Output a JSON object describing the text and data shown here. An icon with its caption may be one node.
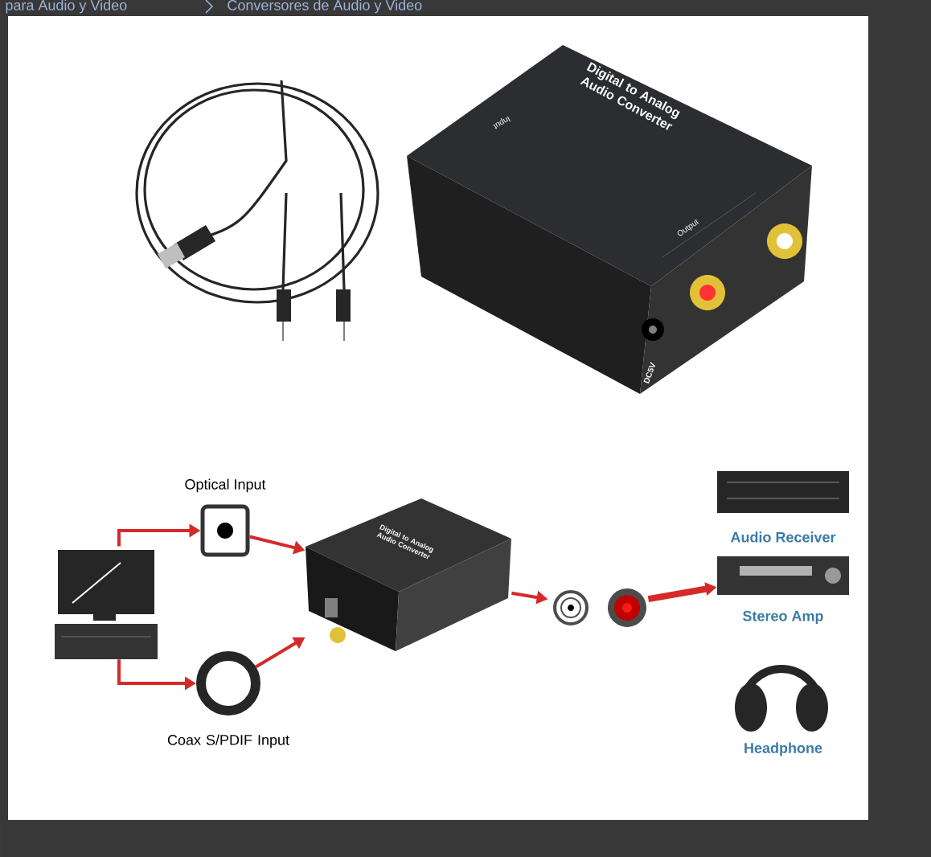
{
  "diagram": {
    "nodes": [
      {
        "text": [
          "Optical Input"
        ]
      },
      {
        "text": [
          "Coax S/PDIF Input"
        ]
      },
      {
        "text": [],
        "shape": "picture"
      },
      {
        "text": [
          "Digital to Analog Audio Converter"
        ]
      },
      {
        "text": [],
        "shape": "picture"
      },
      {
        "text": [
          "Audio Receiver"
        ]
      },
      {
        "text": [
          "Stereo Amp"
        ]
      },
      {
        "text": [
          "Headphone"
        ]
      }
    ],
    "edges": [
      {
        "from": 2,
        "to": 0,
        "arrow": "to"
      },
      {
        "from": 2,
        "to": 1,
        "arrow": "to"
      },
      {
        "from": 0,
        "to": 3,
        "arrow": "to"
      },
      {
        "from": 1,
        "to": 3,
        "arrow": "to"
      },
      {
        "from": 3,
        "to": 4,
        "arrow": "to"
      },
      {
        "from": 4,
        "to": 6,
        "arrow": "to",
        "style": "thick"
      }
    ],
    "labels": [
      "para Audio y Video",
      "Conversores de Audio y Video",
      "Digital to Analog Audio Converter",
      "Input",
      "Output",
      "DC5V"
    ]
  }
}
